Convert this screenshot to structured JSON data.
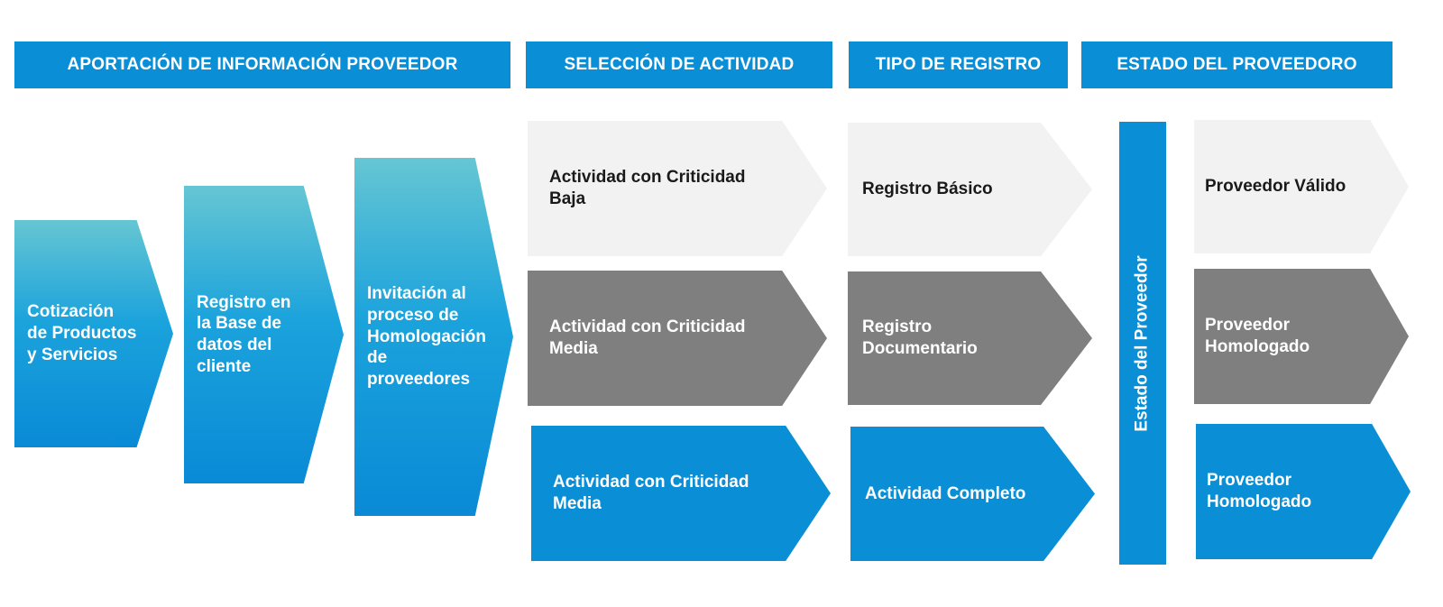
{
  "headers": [
    "APORTACIÓN DE INFORMACIÓN PROVEEDOR",
    "SELECCIÓN DE ACTIVIDAD",
    "TIPO DE REGISTRO",
    "ESTADO DEL PROVEEDORO"
  ],
  "stages": [
    "Cotización de Productos y Servicios",
    "Registro en la Base de datos del cliente",
    "Invitación al proceso de Homologación de proveedores"
  ],
  "actividades": [
    "Actividad con Criticidad Baja",
    "Actividad con Criticidad Media",
    "Actividad con Criticidad Media"
  ],
  "registros": [
    "Registro Básico",
    "Registro Documentario",
    "Actividad Completo"
  ],
  "estado_bar": "Estado del Proveedor",
  "estados": [
    "Proveedor Válido",
    "Proveedor Homologado",
    "Proveedor Homologado"
  ],
  "colors": {
    "blue": "#0a8fd6",
    "gray": "#7f7f7f",
    "light": "#f2f2f2",
    "teal_top": "#66c6d3"
  }
}
